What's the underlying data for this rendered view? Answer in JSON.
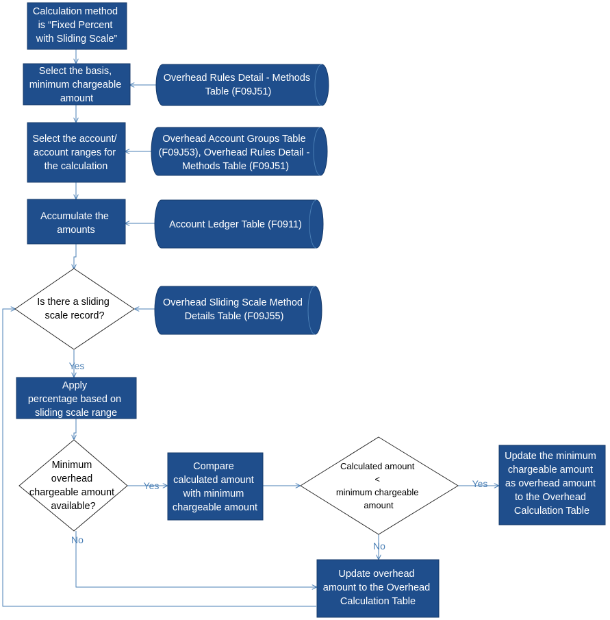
{
  "colors": {
    "box_fill": "#1f4e8c",
    "connector": "#4a7fb5",
    "decision_fill": "#ffffff"
  },
  "nodes": {
    "start": {
      "lines": [
        "Calculation method",
        "is “Fixed Percent",
        "with Sliding Scale”"
      ]
    },
    "select_basis": {
      "lines": [
        "Select the basis,",
        "minimum chargeable",
        "amount"
      ]
    },
    "methods_table": {
      "lines": [
        "Overhead Rules Detail - Methods",
        "Table (F09J51)"
      ]
    },
    "select_accounts": {
      "lines": [
        "Select the account/",
        "account ranges for",
        "the calculation"
      ]
    },
    "groups_table": {
      "lines": [
        "Overhead Account Groups Table",
        "(F09J53), Overhead Rules Detail -",
        "Methods Table (F09J51)"
      ]
    },
    "accumulate": {
      "lines": [
        "Accumulate the",
        "amounts"
      ]
    },
    "ledger_table": {
      "lines": [
        "Account Ledger Table (F0911)"
      ]
    },
    "sliding_decision": {
      "lines": [
        "Is there a sliding",
        "scale record?"
      ]
    },
    "sliding_table": {
      "lines": [
        "Overhead Sliding Scale Method",
        "Details Table (F09J55)"
      ]
    },
    "apply_pct": {
      "lines": [
        "Apply",
        "percentage based on",
        "sliding scale range"
      ]
    },
    "min_decision": {
      "lines": [
        "Minimum",
        "overhead",
        "chargeable amount",
        "available?"
      ]
    },
    "compare": {
      "lines": [
        "Compare",
        "calculated amount",
        "with minimum",
        "chargeable amount"
      ]
    },
    "calc_decision": {
      "lines": [
        "Calculated amount",
        "<",
        "minimum chargeable",
        "amount"
      ]
    },
    "update_min": {
      "lines": [
        "Update the minimum",
        "chargeable amount",
        "as overhead amount",
        "to the Overhead",
        "Calculation Table"
      ]
    },
    "update_overhead": {
      "lines": [
        "Update overhead",
        "amount to the Overhead",
        "Calculation Table"
      ]
    }
  },
  "edge_labels": {
    "sliding_yes": "Yes",
    "min_yes": "Yes",
    "min_no": "No",
    "calc_yes": "Yes",
    "calc_no": "No"
  }
}
